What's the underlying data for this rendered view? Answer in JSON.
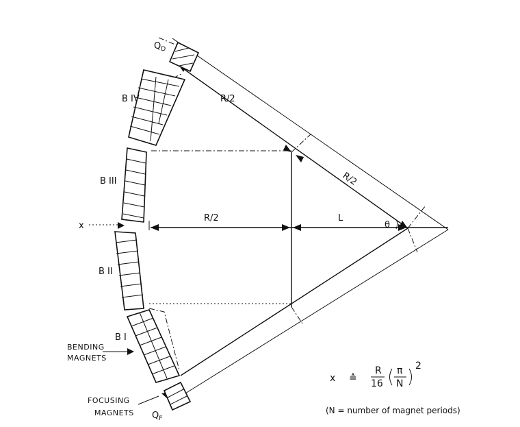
{
  "labels": {
    "qd": "Q",
    "qd_sub": "D",
    "b4": "B IV",
    "b3": "B III",
    "b2": "B II",
    "b1": "B I",
    "x_left": "x",
    "r2_top": "R/2",
    "r2_right": "R/2",
    "r2_mid": "R/2",
    "l": "L",
    "theta": "θ",
    "bending": "BENDING",
    "bending2": "MAGNETS",
    "focusing": "FOCUSING",
    "focusing2": "MAGNETS",
    "qf": "Q",
    "qf_sub": "F"
  },
  "formula": {
    "lhs": "x",
    "op": "≙",
    "num": "R",
    "den": "16",
    "pi": "π",
    "n": "N",
    "exp": "2"
  },
  "note": "(N = number of magnet periods)"
}
